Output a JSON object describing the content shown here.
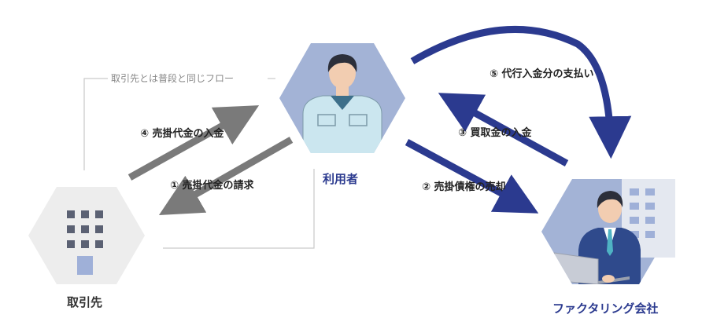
{
  "nodes": {
    "client": {
      "label": "取引先"
    },
    "user": {
      "label": "利用者"
    },
    "factoring": {
      "label": "ファクタリング会社"
    }
  },
  "steps": {
    "s1": "① 売掛代金の請求",
    "s2": "② 売掛債権の売却",
    "s3": "③ 買取金の入金",
    "s4": "④ 売掛代金の入金",
    "s5": "⑤ 代行入金分の支払い"
  },
  "note": "取引先とは普段と同じフロー",
  "colors": {
    "dark_blue": "#2b3a8f",
    "gray_arrow": "#7a7a7a",
    "hex_blue": "#a3b3d6",
    "hex_gray": "#ededed",
    "line_gray": "#c9c9c9"
  }
}
